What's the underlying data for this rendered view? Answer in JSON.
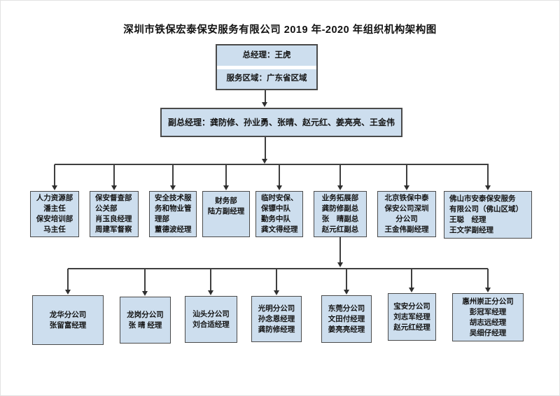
{
  "title": "深圳市铁保宏泰保安服务有限公司 2019 年-2020 年组织机构架构图",
  "colors": {
    "box_fill": "#cddeee",
    "box_border": "#4a4a4a",
    "connector": "#3f3f3f"
  },
  "root_box": {
    "line1": "总经理：王虎",
    "line2": "服务区域：广东省区域"
  },
  "deputy_box": {
    "label": "副总经理：龚防修、孙业勇、张晴、赵元红、姜亮亮、王金伟"
  },
  "departments": [
    {
      "name": "人力资源部/保安培训部",
      "lines": [
        "人力资源部",
        "潘主任",
        "保安培训部",
        "马主任"
      ]
    },
    {
      "name": "保安督查部/公关部",
      "lines": [
        "保安督查部",
        "公关部",
        "肖玉良经理",
        "周建军督察"
      ]
    },
    {
      "name": "安全技术服务和物业管理部",
      "lines": [
        "安全技术服",
        "务和物业管",
        "理部",
        "董德波经理"
      ]
    },
    {
      "name": "财务部",
      "lines": [
        "财务部",
        "陆方副经理"
      ]
    },
    {
      "name": "临时安保保镖中队勤务中队",
      "lines": [
        "临时安保、",
        "保镖中队",
        "勤务中队",
        "龚文得经理"
      ]
    },
    {
      "name": "业务拓展部",
      "lines": [
        "业务拓展部",
        "龚防修副总",
        "张　晴副总",
        "赵元红副总"
      ]
    },
    {
      "name": "北京铁保中泰保安公司深圳分公司",
      "lines": [
        "北京铁保中泰",
        "保安公司深圳",
        "分公司",
        "王金伟副经理"
      ]
    },
    {
      "name": "佛山市安泰保安服务有限公司",
      "lines": [
        "佛山市安泰保安服务",
        "有限公司（佛山区域）",
        "王聪　经理",
        "王文学副经理"
      ]
    }
  ],
  "branches": [
    {
      "name": "龙华分公司",
      "lines": [
        "龙华分公司",
        "张留富经理"
      ]
    },
    {
      "name": "龙岗分公司",
      "lines": [
        "龙岗分公司",
        "张 晴 经理"
      ]
    },
    {
      "name": "汕头分公司",
      "lines": [
        "汕头分公司",
        "刘合适经理"
      ]
    },
    {
      "name": "光明分公司",
      "lines": [
        "光明分公司",
        "孙念恩经理",
        "龚防修经理"
      ]
    },
    {
      "name": "东莞分公司",
      "lines": [
        "东莞分公司",
        "文田付经理",
        "姜亮亮经理"
      ]
    },
    {
      "name": "宝安分公司",
      "lines": [
        "宝安分公司",
        "刘志军经理",
        "赵元红经理"
      ]
    },
    {
      "name": "惠州崇正分公司",
      "lines": [
        "惠州崇正分公司",
        "彭冠军经理",
        "胡志远经理",
        "吴细仔经理"
      ]
    }
  ]
}
